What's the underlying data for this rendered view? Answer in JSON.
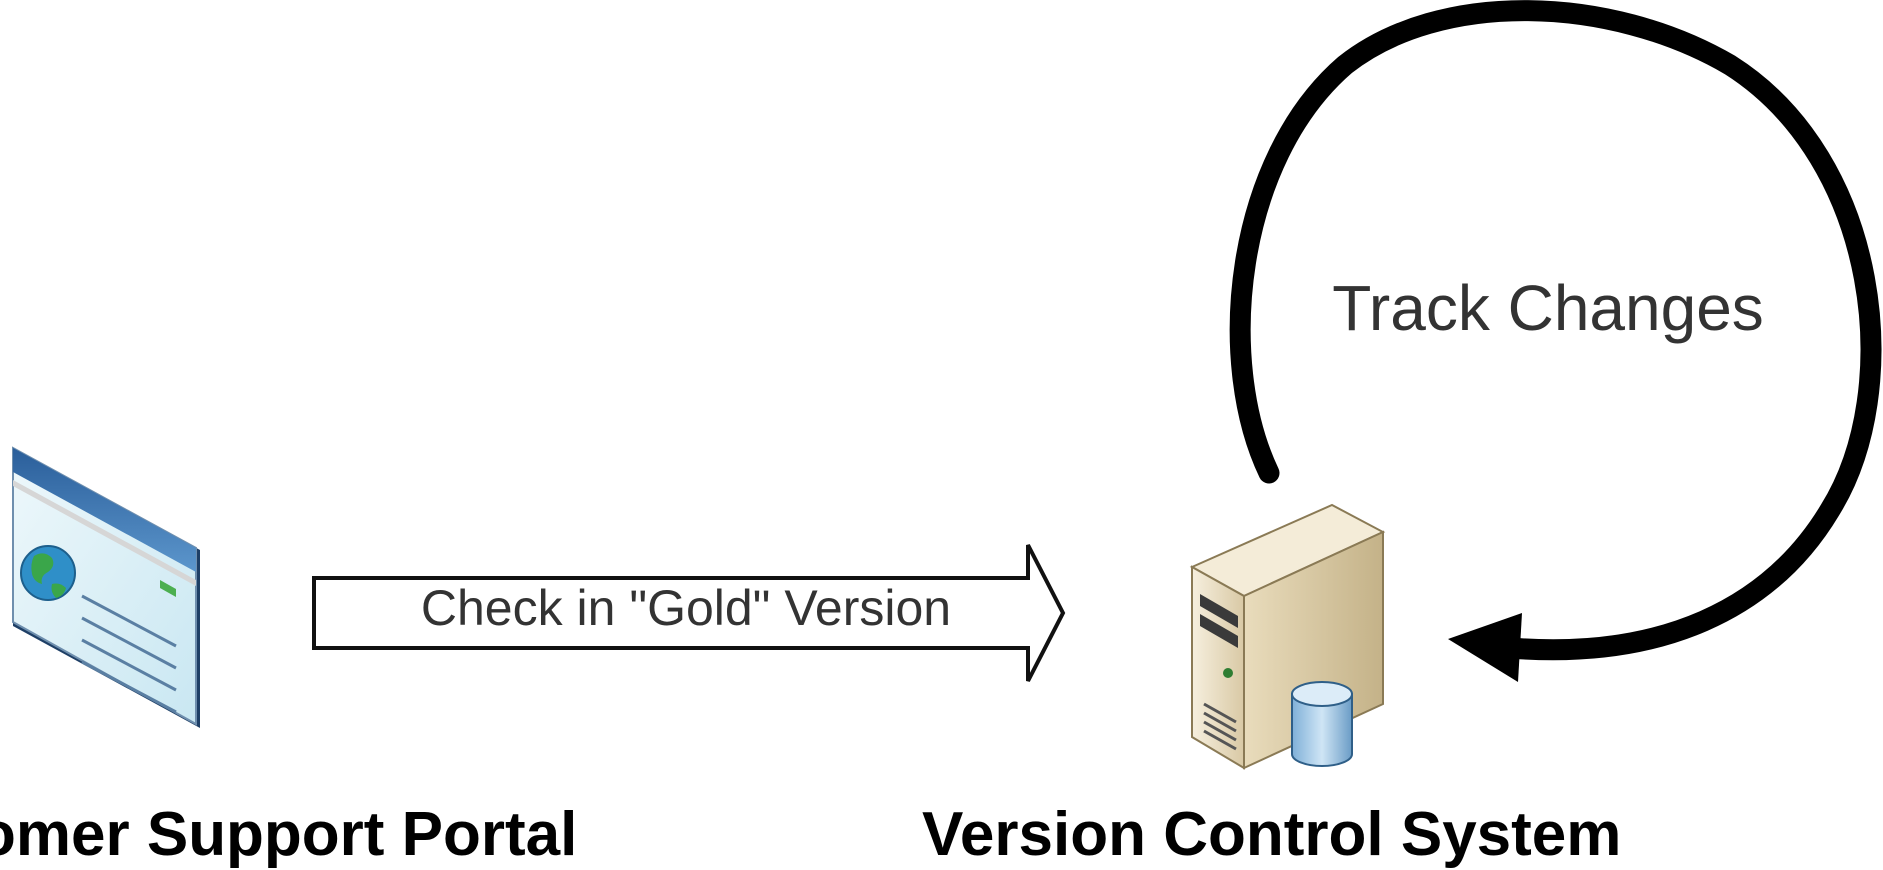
{
  "nodes": {
    "portal": {
      "label": "omer Support Portal",
      "icon": "web-page-icon"
    },
    "vcs": {
      "label": "Version Control System",
      "icon": "server-with-database-icon"
    }
  },
  "edges": {
    "checkin": {
      "label": "Check in \"Gold\" Version",
      "from": "portal",
      "to": "vcs"
    },
    "loop": {
      "label": "Track Changes",
      "from": "vcs",
      "to": "vcs"
    }
  },
  "colors": {
    "line": "#000000",
    "label_text": "#333333",
    "browser_blue": "#2f6fb0",
    "browser_page": "#dff2f8",
    "server_beige": "#e8dcc2",
    "database_blue": "#9fc8e8"
  }
}
